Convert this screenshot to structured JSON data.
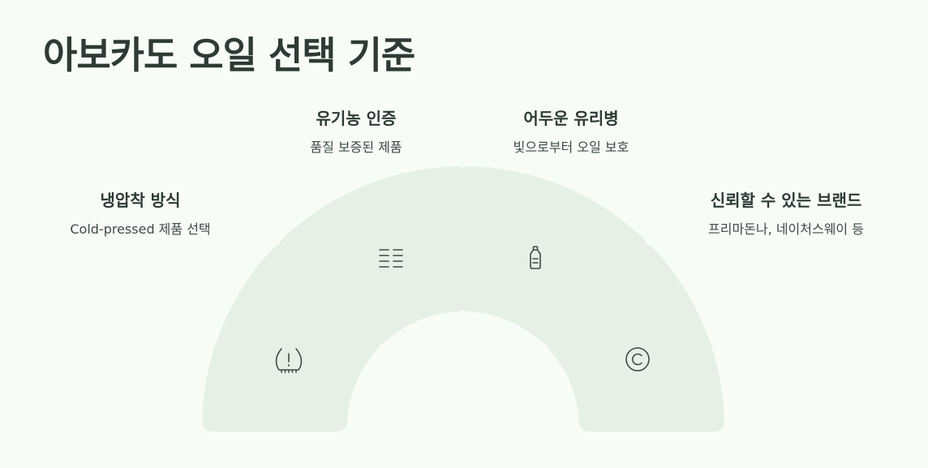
{
  "title": "아보카도 오일 선택 기준",
  "items": [
    {
      "heading": "냉압착 방식",
      "desc": "Cold-pressed 제품 선택",
      "icon": "tire-pressure-warning-icon"
    },
    {
      "heading": "유기농 인증",
      "desc": "품질 보증된 제품",
      "icon": "list-icon"
    },
    {
      "heading": "어두운 유리병",
      "desc": "빛으로부터 오일 보호",
      "icon": "bottle-icon"
    },
    {
      "heading": "신뢰할 수 있는 브랜드",
      "desc": "프리마돈나, 네이처스웨이 등",
      "icon": "copyright-icon"
    }
  ],
  "colors": {
    "background": "#f7fcf7",
    "segment": "#e6f0e6",
    "text": "#2e3a33",
    "icon": "#3f4a44"
  }
}
